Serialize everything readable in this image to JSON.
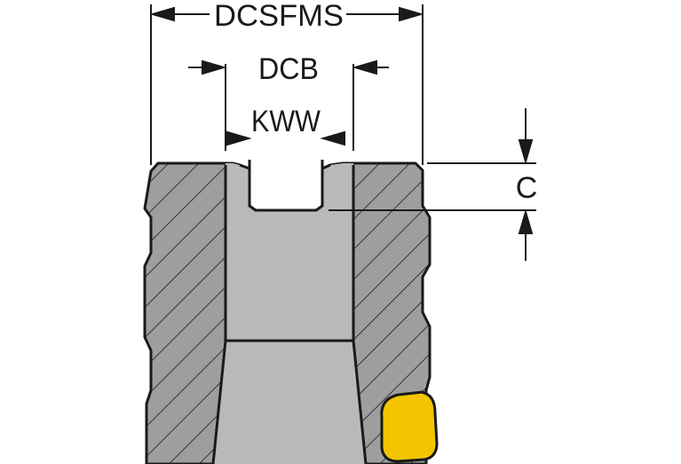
{
  "labels": {
    "outer_diameter": "DCSFMS",
    "bore_diameter": "DCB",
    "keyway_width": "KWW",
    "keyway_depth": "C"
  },
  "colors": {
    "body_fill": "#9e9e9e",
    "bore_fill": "#b9b9b9",
    "line": "#1a1a1a",
    "insert_fill": "#f2c500"
  },
  "icons": {
    "arrowheads": "dimension-arrow-icon"
  }
}
